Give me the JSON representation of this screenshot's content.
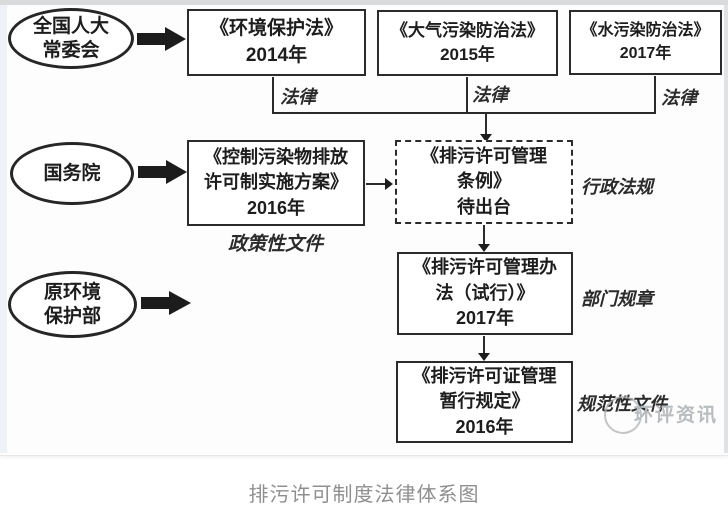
{
  "figure": {
    "caption": "排污许可制度法律体系图",
    "watermark_text": "环评资讯"
  },
  "actors": {
    "npc": {
      "line1": "全国人大",
      "line2": "常委会"
    },
    "state_council": {
      "line1": "国务院"
    },
    "moep": {
      "line1": "原环境",
      "line2": "保护部"
    }
  },
  "law_boxes": {
    "env_protection": {
      "title": "《环境保护法》",
      "year": "2014年"
    },
    "air_pollution": {
      "title": "《大气污染防治法》",
      "year": "2015年"
    },
    "water_pollution": {
      "title": "《水污染防治法》",
      "year": "2017年"
    }
  },
  "doc_boxes": {
    "implementation_plan": {
      "line1": "《控制污染物排放",
      "line2": "许可制实施方案》",
      "line3": "2016年"
    },
    "management_regulation": {
      "line1": "《排污许可管理",
      "line2": "条例》",
      "line3": "待出台"
    },
    "management_measures": {
      "line1": "《排污许可管理办",
      "line2": "法（试行）》",
      "line3": "2017年"
    },
    "interim_provisions": {
      "line1": "《排污许可证管理",
      "line2": "暂行规定》",
      "line3": "2016年"
    }
  },
  "category_labels": {
    "law_1": "法律",
    "law_2": "法律",
    "law_3": "法律",
    "policy_document": "政策性文件",
    "administrative_regulation": "行政法规",
    "departmental_rule": "部门规章",
    "normative_document": "规范性文件"
  },
  "colors": {
    "line": "#2b2b2b",
    "box_text": "#1d1d1d",
    "caption_text": "#8f8f8f",
    "watermark": "#b9bcbe"
  }
}
